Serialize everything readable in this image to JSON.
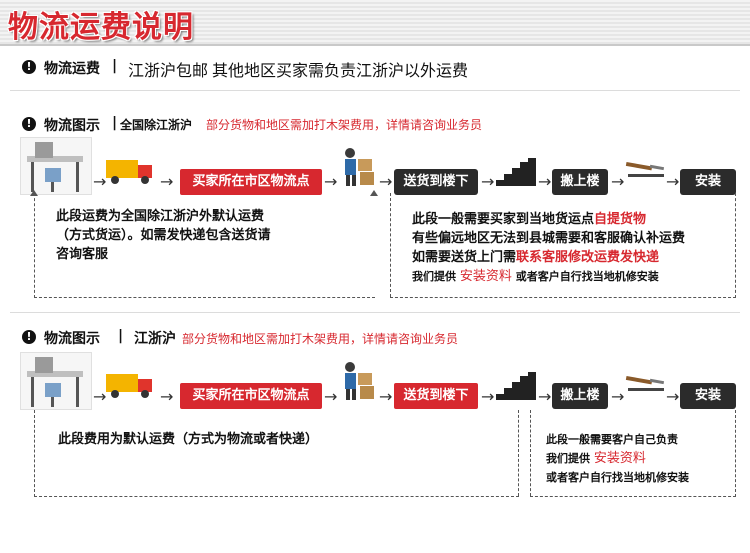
{
  "header": {
    "title": "物流运费说明"
  },
  "notice": {
    "label": "物流运费",
    "sep": "|",
    "text1": "江浙沪包邮",
    "text2": "其他地区买家需负责江浙沪以外运费"
  },
  "section1": {
    "label": "物流图示",
    "sep": "|",
    "scope": "全国除江浙沪",
    "note": "部分货物和地区需加打木架费用，详情请咨询业务员",
    "steps": {
      "city": "买家所在市区物流点",
      "door": "送货到楼下",
      "up": "搬上楼",
      "install": "安装"
    },
    "left_text": [
      "此段运费为全国除江浙沪外默认运费",
      "（方式货运）。如需发快递包含送货请",
      "咨询客服"
    ],
    "right_line1_a": "此段一般需要买家到当地货运点",
    "right_line1_b": "自提货物",
    "right_line2": "有些偏远地区无法到县城需要和客服确认补运费",
    "right_line3_a": "如需要送货上门需",
    "right_line3_b": "联系客服修改运费发快递",
    "right_line4_a": "我们提供",
    "right_line4_b": "安装资料",
    "right_line4_c": "或者客户自行找当地机修安装"
  },
  "section2": {
    "label": "物流图示",
    "sep": "|",
    "scope": "江浙沪",
    "note": "部分货物和地区需加打木架费用，详情请咨询业务员",
    "steps": {
      "city": "买家所在市区物流点",
      "door": "送货到楼下",
      "up": "搬上楼",
      "install": "安装"
    },
    "left_text": "此段费用为默认运费（方式为物流或者快递）",
    "right_line1": "此段一般需要客户自己负责",
    "right_line2_a": "我们提供",
    "right_line2_b": "安装资料",
    "right_line3": "或者客户自行找当地机修安装"
  },
  "colors": {
    "accent": "#d7282f",
    "dark": "#2b2b2b"
  }
}
